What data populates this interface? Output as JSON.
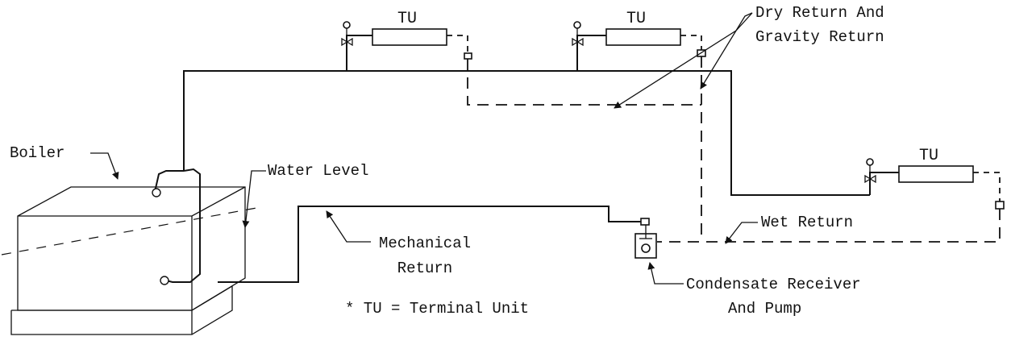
{
  "labels": {
    "tu": "TU",
    "dry_return": [
      "Dry Return And",
      "Gravity Return"
    ],
    "boiler": "Boiler",
    "water_level": "Water Level",
    "mechanical_return": [
      "Mechanical",
      "Return"
    ],
    "wet_return": "Wet Return",
    "condensate": [
      "Condensate Receiver",
      "And Pump"
    ],
    "footnote": "* TU = Terminal Unit"
  }
}
